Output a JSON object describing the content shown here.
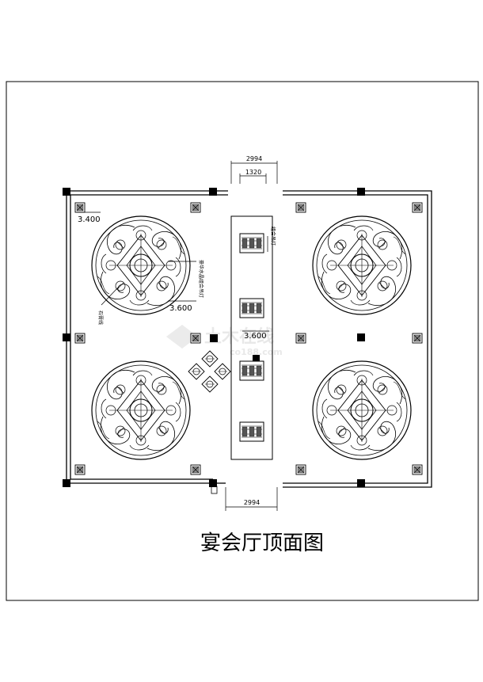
{
  "title": "宴会厅顶面图",
  "dimensions": {
    "top_outer": "2994",
    "top_inner": "1320",
    "bottom": "2994"
  },
  "levels": {
    "left_top": "3.400",
    "left_mid": "3.600",
    "center": "3.600"
  },
  "notes": {
    "chandelier": "豪华水晶组合吊灯",
    "plaster_line": "石膏线",
    "combo_light": "组合吊灯"
  },
  "watermark": {
    "main": "土木在线",
    "sub": "co188.com"
  }
}
